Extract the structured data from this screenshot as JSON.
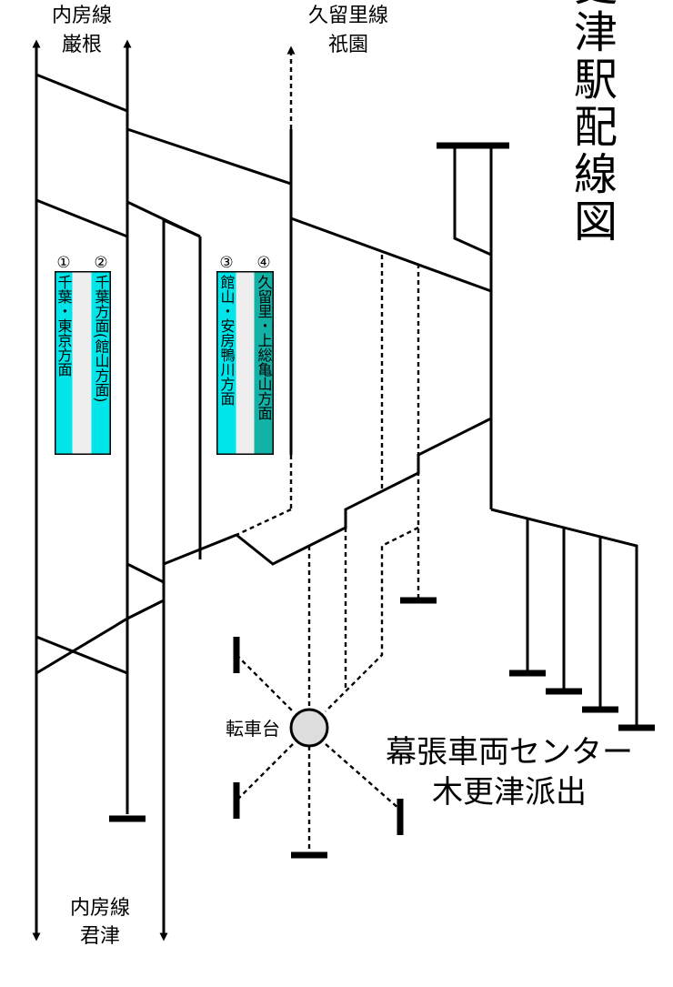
{
  "title": "木更津駅配線図",
  "top_left_label": {
    "line": "内房線",
    "station": "巌根"
  },
  "top_mid_label": {
    "line": "久留里線",
    "station": "祇園"
  },
  "bottom_label": {
    "line": "内房線",
    "station": "君津"
  },
  "platforms": [
    {
      "number": "①",
      "text": "千葉・東京方面",
      "color": "#00e5ea"
    },
    {
      "number": "②",
      "text": "千葉方面(館山方面)",
      "color": "#00e5ea"
    },
    {
      "number": "③",
      "text": "館山・安房鴨川方面",
      "color": "#00e5ea"
    },
    {
      "number": "④",
      "text": "久留里・上総亀山方面",
      "color": "#12b2a6"
    }
  ],
  "platform_gap_color": "#eeeeee",
  "turntable_label": "転車台",
  "depot": {
    "line1": "幕張車両センター",
    "line2": "木更津派出"
  }
}
